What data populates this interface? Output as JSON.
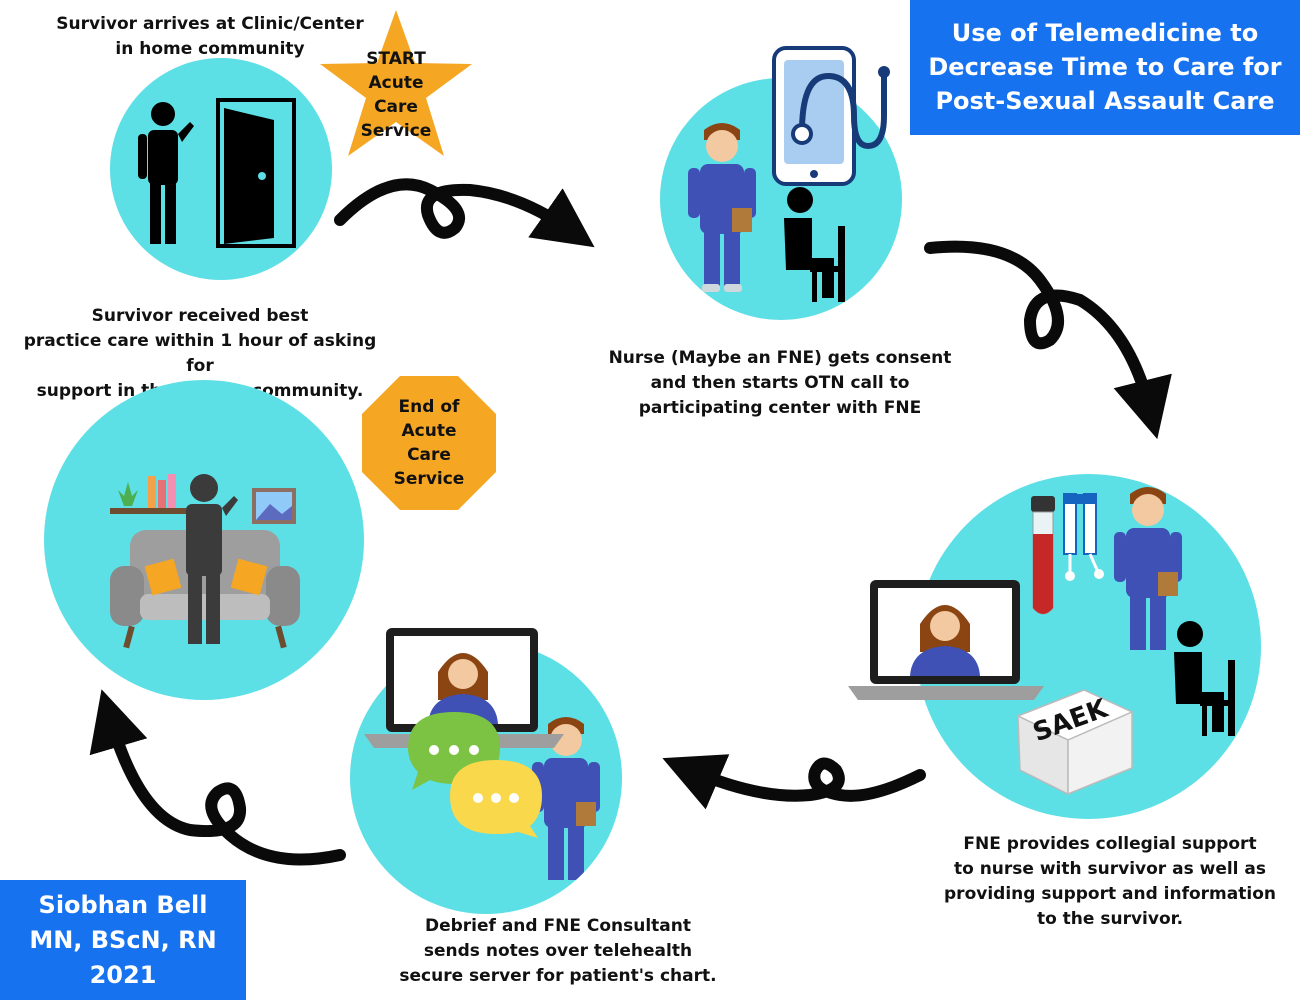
{
  "title_box": {
    "text": "Use of Telemedicine to\nDecrease Time to Care for\nPost-Sexual Assault Care"
  },
  "author_box": {
    "text": "Siobhan Bell\nMN, BScN, RN\n2021"
  },
  "start_badge": {
    "text": "START\nAcute\nCare\nService"
  },
  "end_badge": {
    "text": "End of\nAcute\nCare\nService"
  },
  "steps": [
    {
      "caption": "Survivor arrives at Clinic/Center\nin home community"
    },
    {
      "caption": "Nurse (Maybe an FNE) gets consent\nand then starts OTN call to\nparticipating center with FNE"
    },
    {
      "caption": "FNE provides collegial support\nto nurse with survivor as well as\nproviding support and information\nto the survivor.",
      "kit_label": "SAEK"
    },
    {
      "caption": "Debrief and FNE Consultant\nsends notes over telehealth\nsecure server for patient's chart."
    },
    {
      "caption": "Survivor received  best\npractice care within 1 hour of asking for\nsupport in their home community."
    }
  ],
  "colors": {
    "circle": "#5ddfe6",
    "badge": "#f5a623",
    "box": "#1772f0",
    "arrow": "#0a0a0a"
  }
}
